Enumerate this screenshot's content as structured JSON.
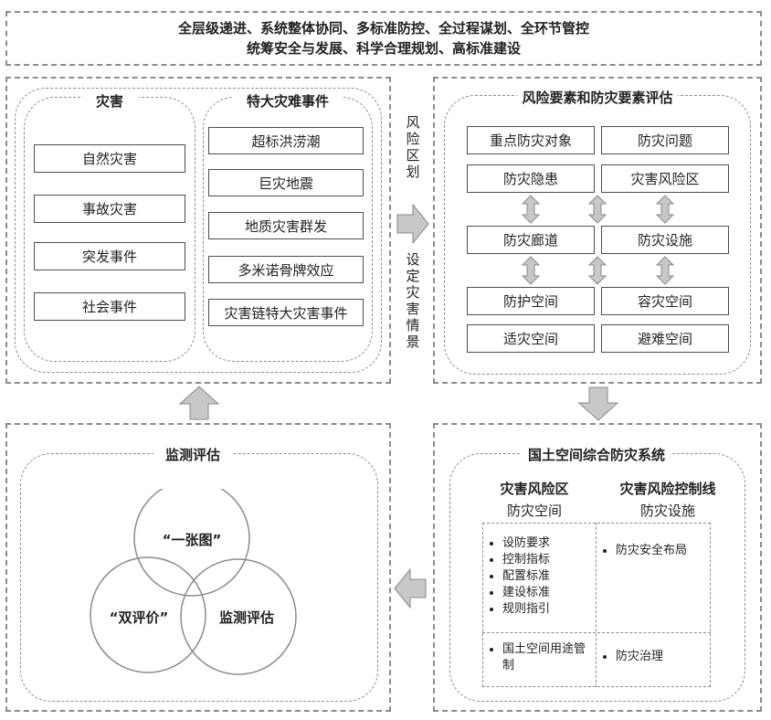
{
  "top": {
    "line1": "全层级递进、系统整体协同、多标准防控、全过程谋划、全环节管控",
    "line2": "统筹安全与发展、科学合理规划、高标准建设"
  },
  "hazards": {
    "title": "灾害",
    "items": [
      "自然灾害",
      "事故灾害",
      "突发事件",
      "社会事件"
    ]
  },
  "major_events": {
    "title": "特大灾难事件",
    "items": [
      "超标洪涝潮",
      "巨灾地震",
      "地质灾害群发",
      "多米诺骨牌效应",
      "灾害链特大灾害事件"
    ]
  },
  "connector": {
    "upper": "风险区划",
    "lower": "设定灾害情景"
  },
  "risk_eval": {
    "title": "风险要素和防灾要素评估",
    "cells": [
      "重点防灾对象",
      "防灾问题",
      "防灾隐患",
      "灾害风险区",
      "防灾廊道",
      "防灾设施",
      "防护空间",
      "容灾空间",
      "适灾空间",
      "避难空间"
    ]
  },
  "system": {
    "title": "国土空间综合防灾系统",
    "left_head": "灾害风险区",
    "left_sub": "防灾空间",
    "right_head": "灾害风险控制线",
    "right_sub": "防灾设施",
    "left_list_1": [
      "设防要求",
      "控制指标",
      "配置标准",
      "建设标准",
      "规则指引"
    ],
    "left_list_2": [
      "国土空间用途管制"
    ],
    "right_list_1": [
      "防灾安全布局"
    ],
    "right_list_2": [
      "防灾治理"
    ]
  },
  "monitor": {
    "title": "监测评估",
    "circle_top": "“一张图”",
    "circle_left": "“双评价”",
    "circle_right": "监测评估"
  },
  "colors": {
    "border": "#8c8c8c",
    "arrow_fill": "#c8c8c8",
    "arrow_stroke": "#8a8a8a"
  }
}
